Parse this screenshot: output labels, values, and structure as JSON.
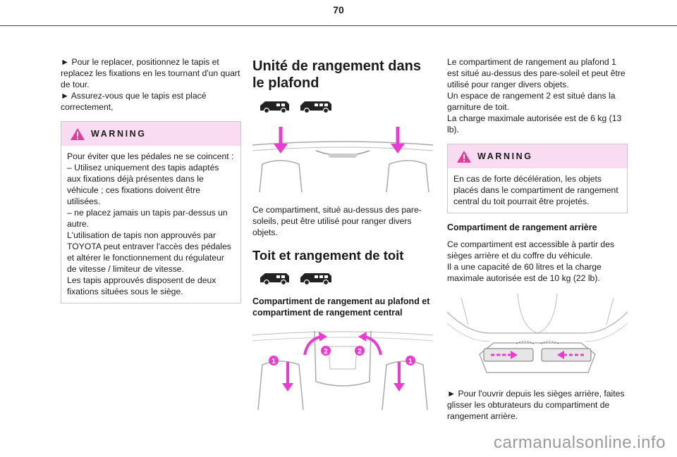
{
  "page_number": "70",
  "col1": {
    "intro_lines": [
      "► Pour le replacer, positionnez le tapis et replacez les fixations en les tournant d'un quart de tour.",
      "► Assurez-vous que le tapis est placé correctement,"
    ],
    "warning": {
      "title": "WARNING",
      "lines": [
        "Pour éviter que les pédales ne se coincent :",
        "– Utilisez uniquement des tapis adaptés aux fixations déjà présentes dans le véhicule ; ces fixations doivent être utilisées.",
        "– ne placez jamais un tapis par-dessus un autre.",
        "L'utilisation de tapis non approuvés par TOYOTA peut entraver l'accès des pédales et altérer le fonctionnement du régulateur de vitesse / limiteur de vitesse.",
        "Les tapis approuvés disposent de deux fixations situées sous le siège."
      ]
    }
  },
  "col2": {
    "heading1": "Unité de rangement dans le plafond",
    "caption1": "Ce compartiment, situé au-dessus des pare-soleils, peut être utilisé pour ranger divers objets.",
    "heading2": "Toit et rangement de toit",
    "subheading": "Compartiment de rangement au plafond et compartiment de rangement central",
    "callouts": [
      "1",
      "2",
      "2",
      "1"
    ]
  },
  "col3": {
    "para1_lines": [
      "Le compartiment de rangement au plafond 1 est situé au-dessus des pare-soleil et peut être utilisé pour ranger divers objets.",
      "Un espace de rangement 2 est situé dans la garniture de toit.",
      "La charge maximale autorisée est de 6 kg (13 lb)."
    ],
    "warning": {
      "title": "WARNING",
      "text": "En cas de forte décélération, les objets placés dans le compartiment de rangement central du toit pourrait être projetés."
    },
    "subheading": "Compartiment de rangement arrière",
    "para2_lines": [
      "Ce compartiment est accessible à partir des sièges arrière et du coffre du véhicule.",
      "Il a une capacité de 60 litres et la charge maximale autorisée est de 10 kg (22 lb)."
    ],
    "instruction": "► Pour l'ouvrir depuis les sièges arrière, faites glisser les obturateurs du compartiment de rangement arrière."
  },
  "footer_watermark": "carmanualsonline.info",
  "colors": {
    "accent_magenta": "#e83ed0",
    "warning_bg": "#fadcf2",
    "warning_icon": "#e8399a"
  }
}
